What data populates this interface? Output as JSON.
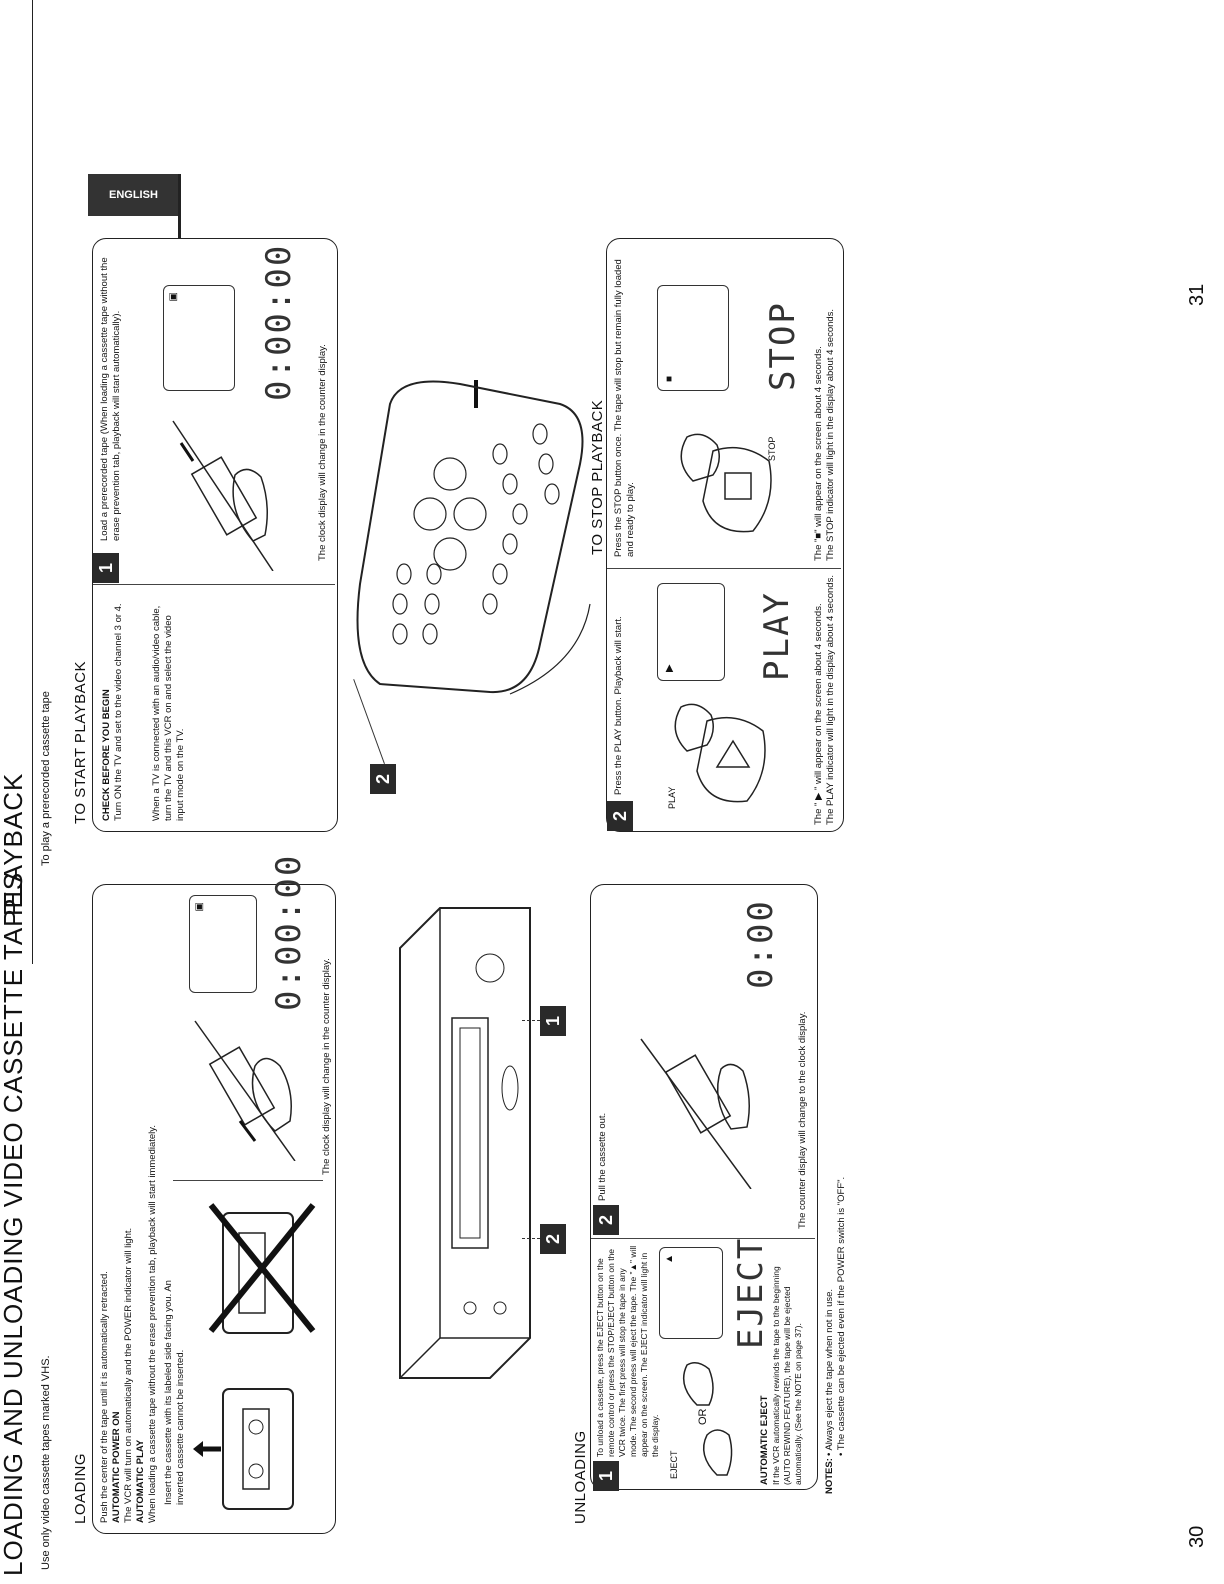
{
  "header": {
    "title_left": "LOADING AND UNLOADING VIDEO CASSETTE TAPES",
    "title_right": "PLAYBACK",
    "intro_left": "Use only video cassette tapes marked VHS.",
    "intro_right": "To play a prerecorded cassette tape",
    "lang_tab": "ENGLISH"
  },
  "loading": {
    "heading": "LOADING",
    "instruction": "Push the center of the tape until it is automatically retracted.",
    "power_on_title": "AUTOMATIC POWER ON",
    "power_on_text": "The VCR will turn on automatically and the POWER indicator will light.",
    "auto_play_title": "AUTOMATIC PLAY",
    "auto_play_text": "When loading a cassette tape without the erase prevention tab, playback will start immediately.",
    "insert_note": "Insert the cassette with its labeled side facing you. An inverted cassette cannot be inserted.",
    "clock_note": "The clock display will change in the counter display.",
    "counter": "0:00:00"
  },
  "unloading": {
    "heading": "UNLOADING",
    "step1_num": "1",
    "step1_text": "To unload a cassette, press the EJECT button on the remote control or press the STOP/EJECT button on the VCR twice. The first press will stop the tape in any mode. The second press will eject the tape. The \"▲\" will appear on the screen. The EJECT indicator will light in the display.",
    "eject_label": "EJECT",
    "or_label": "OR",
    "eject_display": "EJECT",
    "auto_eject_title": "AUTOMATIC EJECT",
    "auto_eject_text": "If the VCR automatically rewinds the tape to the beginning (AUTO REWIND FEATURE), the tape will be ejected automatically. (See the NOTE on page 37).",
    "step2_num": "2",
    "step2_text": "Pull the cassette out.",
    "counter_note": "The counter display will change to the clock display.",
    "clock": "0:00",
    "notes_label": "NOTES:",
    "notes": [
      "• Always eject the tape when not in use.",
      "• The cassette can be ejected even if the POWER switch is \"OFF\"."
    ]
  },
  "vcr_figure": {
    "callout_1": "1",
    "callout_2": "2"
  },
  "to_start": {
    "heading": "TO START PLAYBACK",
    "check_title": "CHECK BEFORE YOU BEGIN",
    "check_text": "Turn ON the TV and set to the video channel 3 or 4.",
    "tv_text": "When a TV is connected with an audio/video cable, turn the TV and this VCR on and select the video input mode on the TV.",
    "step1_num": "1",
    "step1_text": "Load a prerecorded tape (When loading a cassette tape without the erase prevention tab, playback will start automatically).",
    "clock_note": "The clock display will change in the counter display.",
    "counter": "0:00:00"
  },
  "remote": {
    "callout_2": "2"
  },
  "play_step": {
    "num": "2",
    "text": "Press the PLAY button.  Playback will start.",
    "button_label": "PLAY",
    "display": "PLAY",
    "note1": "The \" ▶ \" will appear on the screen about 4 seconds.",
    "note2": "The PLAY indicator will light in the display about 4 seconds."
  },
  "to_stop": {
    "heading": "TO STOP PLAYBACK",
    "text": "Press the STOP button once. The tape will stop but remain fully loaded and ready to play.",
    "button_label": "STOP",
    "display": "STOP",
    "note1": "The \"■\" will appear on the screen about 4 seconds.",
    "note2": "The STOP indicator will light in the display about 4 seconds."
  },
  "page_numbers": {
    "left": "30",
    "right": "31"
  }
}
